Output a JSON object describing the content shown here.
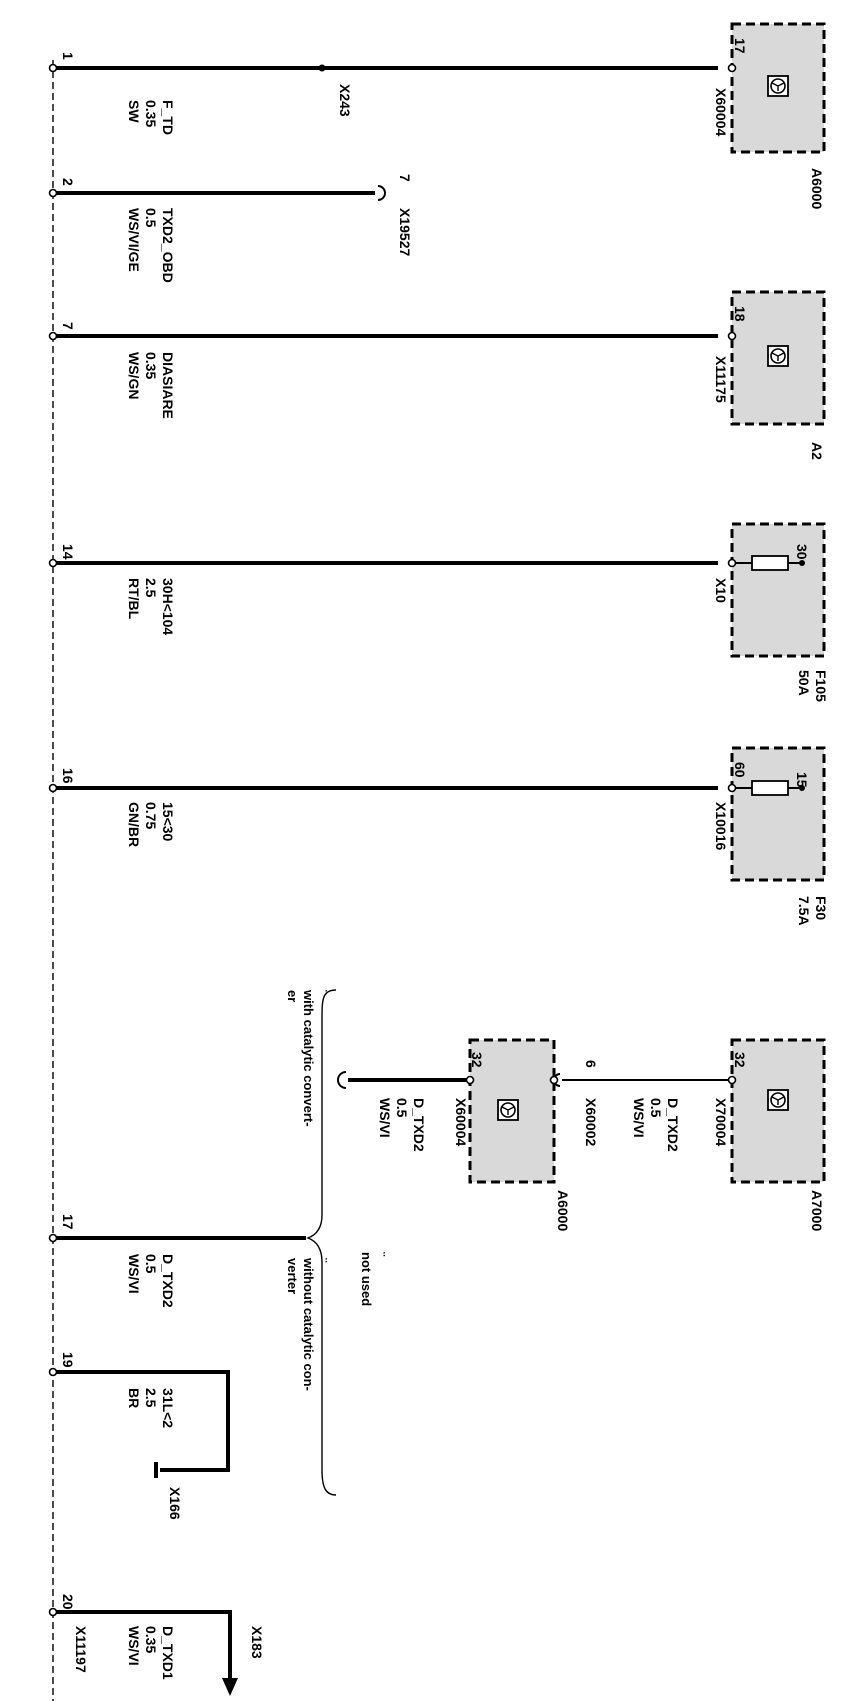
{
  "left_connector": "X11197",
  "wires": [
    {
      "pin": "1",
      "signal": "F_TD",
      "gauge": "0.35",
      "color": "SW"
    },
    {
      "pin": "2",
      "signal": "TXD2_OBD",
      "gauge": "0.5",
      "color": "WS/VI/GE"
    },
    {
      "pin": "7",
      "signal": "DIASIARE",
      "gauge": "0.35",
      "color": "WS/GN"
    },
    {
      "pin": "14",
      "signal": "30H<104",
      "gauge": "2.5",
      "color": "RT/BL"
    },
    {
      "pin": "16",
      "signal": "15<30",
      "gauge": "0.75",
      "color": "GN/BR"
    },
    {
      "pin": "17",
      "signal": "D_TXD2",
      "gauge": "0.5",
      "color": "WS/VI"
    },
    {
      "pin": "19",
      "signal": "31L<2",
      "gauge": "2.5",
      "color": "BR"
    },
    {
      "pin": "20",
      "signal": "D_TXD1",
      "gauge": "0.35",
      "color": "WS/VI"
    }
  ],
  "connectors": {
    "x243": "X243",
    "x19527": "X19527",
    "x19527_pin": "7",
    "x166": "X166",
    "x183": "X183"
  },
  "components": {
    "a6000_top": {
      "name": "A6000",
      "pin": "17",
      "connector": "X60004"
    },
    "a2": {
      "name": "A2",
      "pin": "18",
      "connector": "X11175"
    },
    "f105": {
      "name": "F105",
      "rating": "50A",
      "pin": "30",
      "connector": "X10"
    },
    "f30": {
      "name": "F30",
      "rating": "7.5A",
      "pin_top": "60",
      "pin_fuse": "15",
      "connector": "X10016"
    },
    "a7000": {
      "name": "A7000",
      "pin": "32",
      "connector": "X70004",
      "signal": "D_TXD2",
      "gauge": "0.5",
      "color": "WS/VI"
    },
    "a6000_mid": {
      "name": "A6000",
      "pin_in": "6",
      "connector_in": "X60002",
      "pin_out": "32",
      "connector_out": "X60004",
      "signal": "D_TXD2",
      "gauge": "0.5",
      "color": "WS/VI"
    }
  },
  "notes": {
    "with_cat_1": "with catalytic convert-",
    "with_cat_2": "er",
    "without_cat_1": "without catalytic con-",
    "without_cat_2": "verter",
    "not_used": "not used",
    "tick": "¨"
  }
}
